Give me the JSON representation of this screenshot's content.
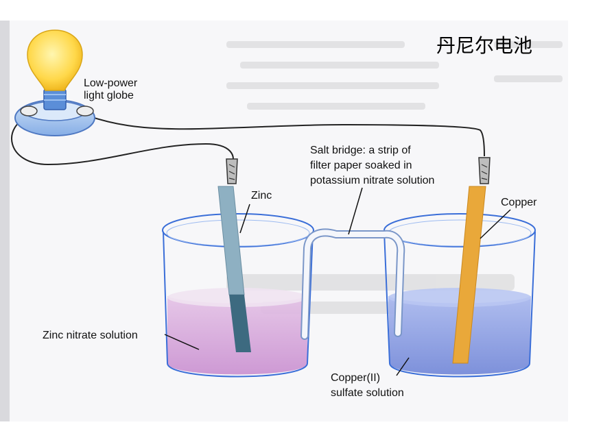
{
  "title": "丹尼尔电池",
  "labels": {
    "bulb_line1": "Low-power",
    "bulb_line2": "light globe",
    "salt_line1": "Salt bridge: a strip of",
    "salt_line2": "filter paper soaked in",
    "salt_line3": "potassium nitrate solution",
    "zinc": "Zinc",
    "copper": "Copper",
    "zinc_solution": "Zinc nitrate solution",
    "copper_solution_line1": "Copper(II)",
    "copper_solution_line2": "sulfate solution"
  },
  "colors": {
    "zinc_solution": "#d7a8d6",
    "copper_solution": "#8d9fe0",
    "zinc_electrode": "#7f9fb2",
    "copper_electrode": "#e9a83a",
    "bulb": "#ffd84a",
    "beaker_outline": "#3a6ed8"
  }
}
